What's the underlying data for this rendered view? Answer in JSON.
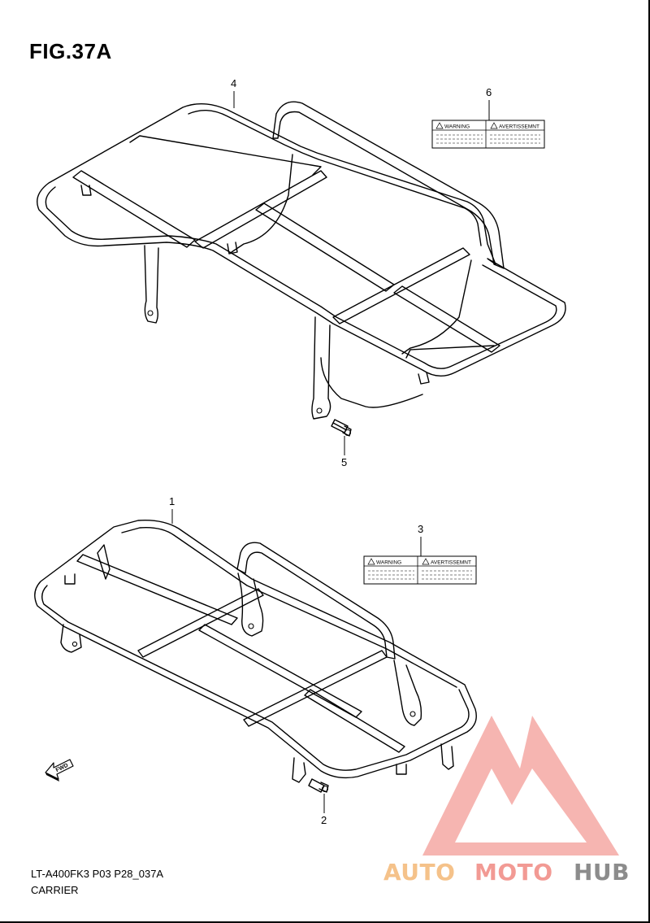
{
  "figure": {
    "title": "FIG.37A",
    "model_code": "LT-A400FK3 P03 P28_037A",
    "section_name": "CARRIER"
  },
  "callouts": {
    "c1": "1",
    "c2": "2",
    "c3": "3",
    "c4": "4",
    "c5": "5",
    "c6": "6"
  },
  "labels": {
    "warning": "WARNING",
    "avertissement": "AVERTISSEMNT"
  },
  "fwd_marker": "FWD",
  "watermark": {
    "part1": "AUTO",
    "part2": "MOTO",
    "part3": "HUB",
    "colors": {
      "auto": "#f5c28a",
      "moto": "#f29a94",
      "hub": "#8c8c8c",
      "triangle": "#f28b86"
    }
  }
}
